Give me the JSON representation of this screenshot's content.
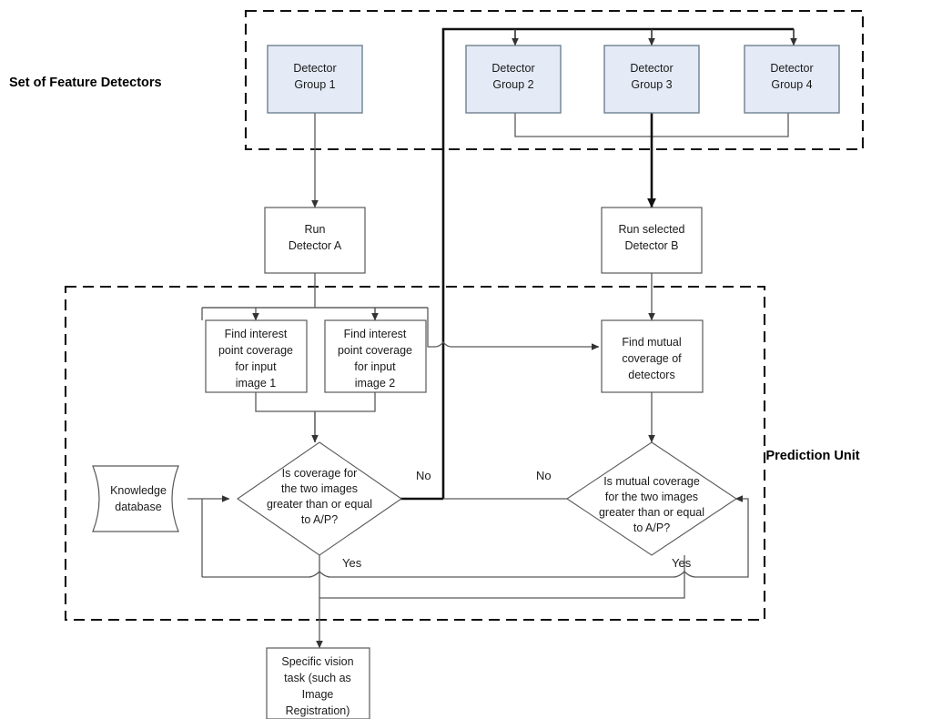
{
  "diagram": {
    "title_regions": [
      {
        "id": "set-of-feature-detectors",
        "label": "Set of Feature Detectors"
      },
      {
        "id": "prediction-unit",
        "label": "Prediction Unit"
      }
    ],
    "colors": {
      "detector_fill": "#e4ebf6",
      "detector_stroke": "#6f7f8f",
      "process_fill": "#ffffff",
      "process_stroke": "#595959",
      "line": "#595959",
      "line_emphasis": "#111111",
      "text": "#1a1a1a",
      "background": "#ffffff"
    },
    "detector_groups": [
      {
        "id": "detector-group-1",
        "lines": [
          "Detector",
          "Group 1"
        ]
      },
      {
        "id": "detector-group-2",
        "lines": [
          "Detector",
          "Group 2"
        ]
      },
      {
        "id": "detector-group-3",
        "lines": [
          "Detector",
          "Group 3"
        ]
      },
      {
        "id": "detector-group-4",
        "lines": [
          "Detector",
          "Group 4"
        ]
      }
    ],
    "process_nodes": [
      {
        "id": "run-detector-a",
        "lines": [
          "Run",
          "Detector A"
        ]
      },
      {
        "id": "run-selected-detector-b",
        "lines": [
          "Run selected",
          "Detector B"
        ]
      },
      {
        "id": "find-coverage-image-1",
        "lines": [
          "Find interest",
          "point coverage",
          "for input",
          "image 1"
        ]
      },
      {
        "id": "find-coverage-image-2",
        "lines": [
          "Find interest",
          "point coverage",
          "for input",
          "image 2"
        ]
      },
      {
        "id": "find-mutual-coverage",
        "lines": [
          "Find mutual",
          "coverage of",
          "detectors"
        ]
      },
      {
        "id": "specific-vision-task",
        "lines": [
          "Specific vision",
          "task (such as",
          "Image",
          "Registration)"
        ]
      }
    ],
    "data_nodes": [
      {
        "id": "knowledge-database",
        "lines": [
          "Knowledge",
          "database"
        ]
      }
    ],
    "decisions": [
      {
        "id": "coverage-decision",
        "lines": [
          "Is coverage for",
          "the two images",
          "greater than or equal",
          "to A/P?"
        ],
        "branch_no": "No",
        "branch_yes": "Yes"
      },
      {
        "id": "mutual-coverage-decision",
        "lines": [
          "Is mutual coverage",
          "for the two images",
          "greater than or equal",
          "to A/P?"
        ],
        "branch_no": "No",
        "branch_yes": "Yes"
      }
    ],
    "edge_labels": [
      {
        "id": "no-left",
        "text": "No"
      },
      {
        "id": "no-right",
        "text": "No"
      },
      {
        "id": "yes-left",
        "text": "Yes"
      },
      {
        "id": "yes-right",
        "text": "Yes"
      }
    ]
  }
}
